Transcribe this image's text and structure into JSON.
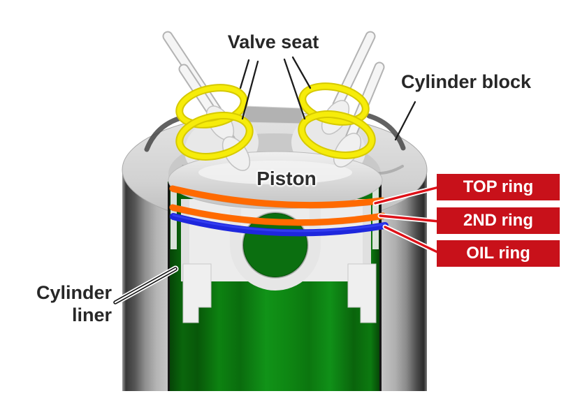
{
  "diagram": {
    "type": "engine-cylinder-cutaway",
    "labels": {
      "valve_seat": "Valve seat",
      "cylinder_block": "Cylinder block",
      "piston": "Piston",
      "cylinder_liner_line1": "Cylinder",
      "cylinder_liner_line2": "liner"
    },
    "ring_callouts": [
      {
        "label": "TOP ring"
      },
      {
        "label": "2ND ring"
      },
      {
        "label": "OIL ring"
      }
    ],
    "part_colors": {
      "callout_box_red": "#c8111a",
      "callout_leader_red": "#de1118",
      "top_ring": "#ff6a00",
      "second_ring": "#ff6a00",
      "oil_ring": "#1e27dd",
      "valve_seat_ring_yellow": "#f2e40a",
      "cylinder_liner_green": "#0c7e12",
      "cylinder_block_gray": "#c9c9c9"
    }
  }
}
